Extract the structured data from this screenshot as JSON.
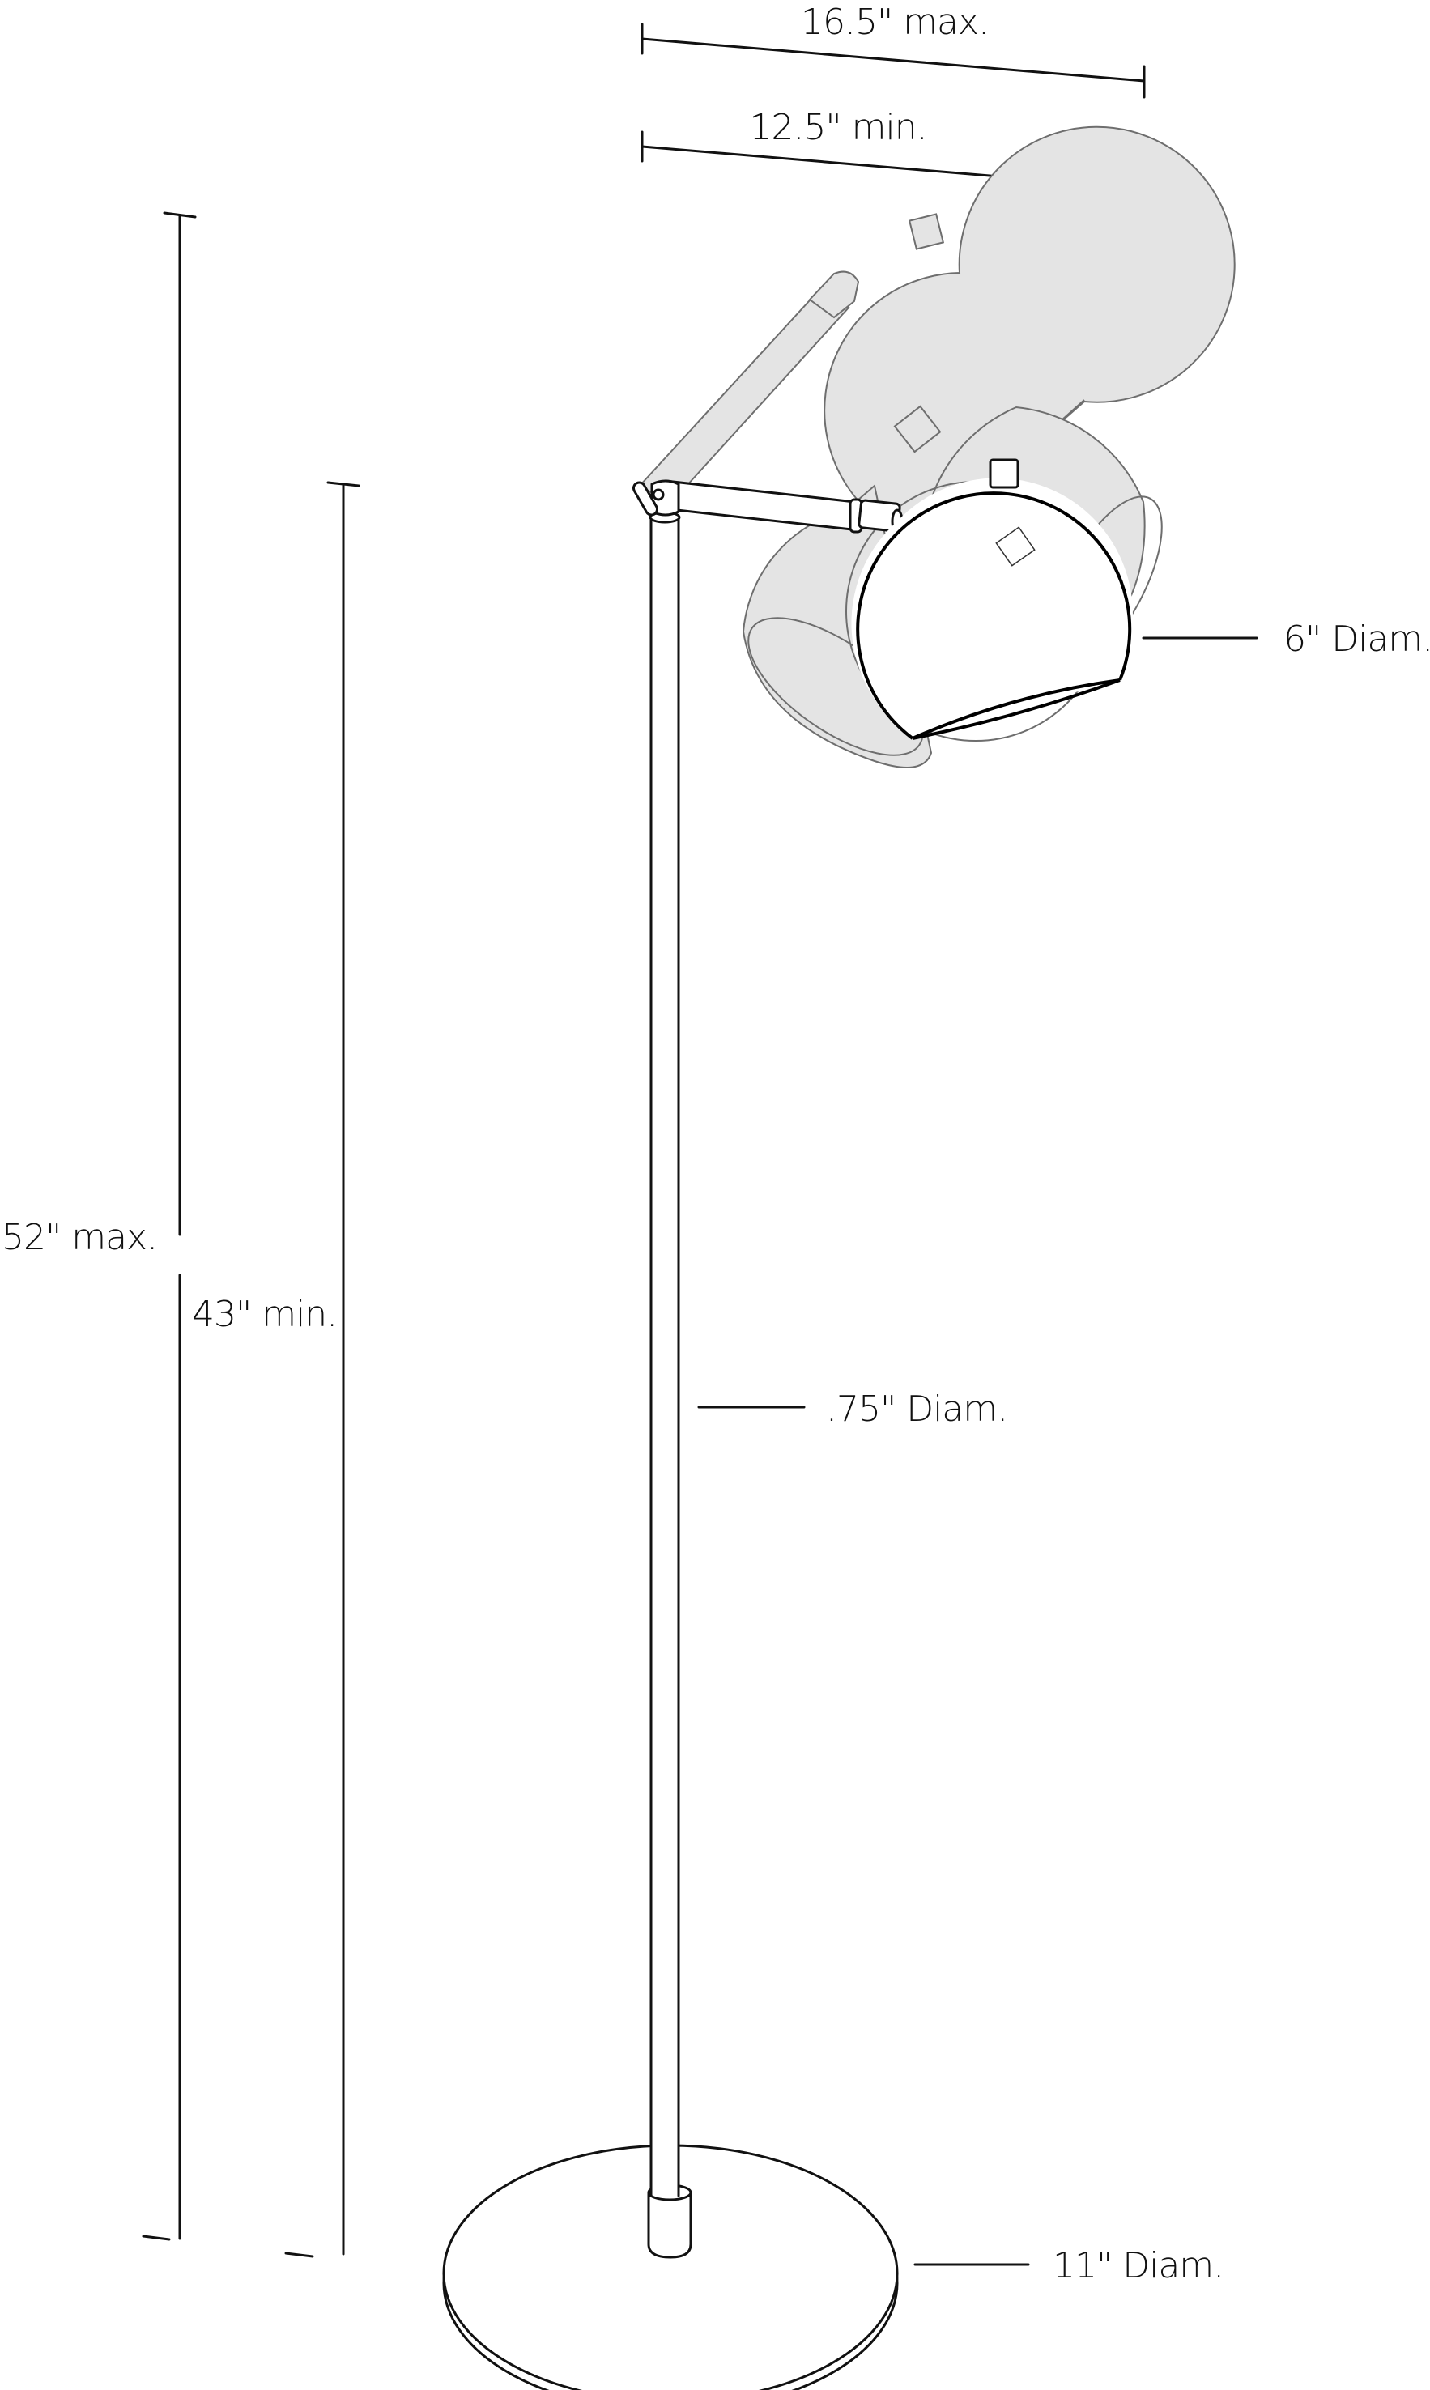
{
  "diagram": {
    "subject": "floor lamp dimension drawing",
    "colors": {
      "ink": "#111111",
      "ghost_fill": "#e4e4e4",
      "ghost_stroke": "#6e6e6e",
      "background": "#ffffff"
    },
    "dimensions": {
      "arm_reach_max": {
        "label": "16.5\" max.",
        "value": 16.5,
        "unit": "in"
      },
      "arm_reach_min": {
        "label": "12.5\" min.",
        "value": 12.5,
        "unit": "in"
      },
      "height_max": {
        "label": "52\" max.",
        "value": 52,
        "unit": "in"
      },
      "height_min": {
        "label": "43\" min.",
        "value": 43,
        "unit": "in"
      },
      "shade_diameter": {
        "label": "6\" Diam.",
        "value": 6,
        "unit": "in"
      },
      "pole_diameter": {
        "label": ".75\" Diam.",
        "value": 0.75,
        "unit": "in"
      },
      "base_diameter": {
        "label": "11\" Diam.",
        "value": 11,
        "unit": "in"
      }
    }
  }
}
